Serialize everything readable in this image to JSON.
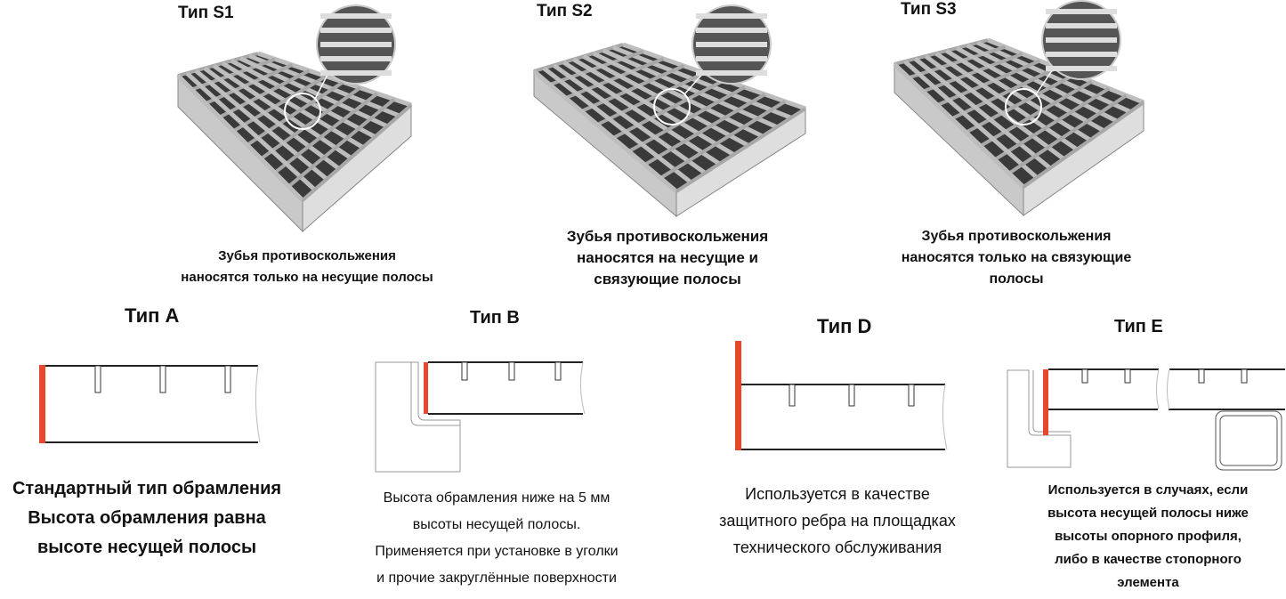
{
  "grating_types": [
    {
      "title": "Тип S1",
      "caption": [
        "Зубья противоскольжения",
        "наносятся только на несущие полосы"
      ]
    },
    {
      "title": "Тип S2",
      "caption": [
        "Зубья противоскольжения",
        "наносятся на несущие и",
        "связующие полосы"
      ]
    },
    {
      "title": "Тип S3",
      "caption": [
        "Зубья противоскольжения",
        "наносятся только на связующие",
        "полосы"
      ]
    }
  ],
  "frame_types": [
    {
      "title": "Тип А",
      "caption": [
        "Стандартный тип обрамления",
        "Высота обрамления равна",
        "высоте несущей полосы"
      ]
    },
    {
      "title": "Тип В",
      "caption": [
        "Высота обрамления ниже на 5 мм",
        "высоты несущей полосы.",
        "Применяется при установке в уголки",
        "и прочие закруглённые поверхности"
      ]
    },
    {
      "title": "Тип D",
      "caption": [
        "Используется в качестве",
        "защитного ребра на площадках",
        "технического обслуживания"
      ]
    },
    {
      "title": "Тип E",
      "caption": [
        "Используется в случаях, если",
        "высота несущей полосы ниже",
        "высоты опорного профиля,",
        "либо в качестве стопорного",
        "элемента"
      ]
    }
  ],
  "colors": {
    "frame_highlight": "#e8472b",
    "grating": "#9a9a9a"
  }
}
